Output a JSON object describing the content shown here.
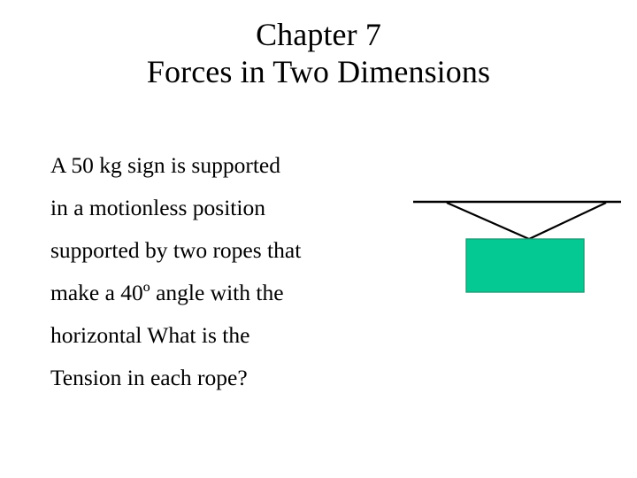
{
  "slide": {
    "background_color": "#ffffff",
    "text_color": "#000000"
  },
  "title": {
    "line1": "Chapter 7",
    "line2": "Forces in Two Dimensions"
  },
  "body": {
    "line1": "A 50 kg sign is supported",
    "line2": "in a motionless position",
    "line3": "supported by two ropes that",
    "line4": "make a 40º angle with the",
    "line5": "horizontal What is the",
    "line6": "Tension in each rope?",
    "full_text": "A 50 kg sign is supported in a motionless position supported by two ropes that make a 40º angle with the horizontal What is the Tension in each rope?"
  },
  "diagram": {
    "name": "hanging-sign-free-body-diagram",
    "ceiling_color": "#000000",
    "rope_color": "#000000",
    "sign_fill_color": "#05C992",
    "sign_stroke_color": "#1F9E78",
    "line_width": 2,
    "values": {
      "mass": "50 kg",
      "angle": "40º",
      "rope_count": 2
    }
  }
}
